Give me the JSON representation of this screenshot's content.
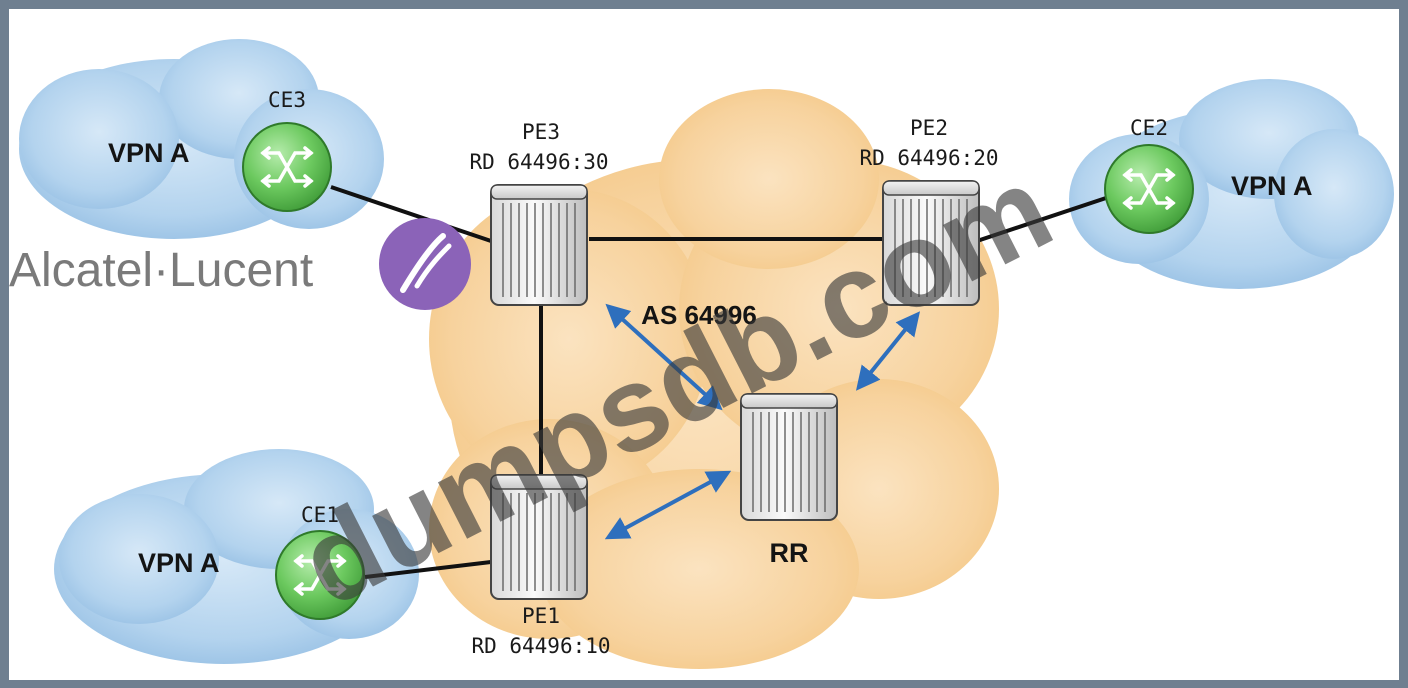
{
  "vpn_label": "VPN A",
  "as_label": "AS 64996",
  "nodes": {
    "ce1": "CE1",
    "ce2": "CE2",
    "ce3": "CE3",
    "pe1": "PE1",
    "pe1_rd": "RD 64496:10",
    "pe2": "PE2",
    "pe2_rd": "RD 64496:20",
    "pe3": "PE3",
    "pe3_rd": "RD 64496:30",
    "rr": "RR"
  },
  "logo": {
    "text": "Alcatel·Lucent",
    "color": "#8b63b8"
  },
  "watermark": "dumpsdb.com",
  "colors": {
    "cloud_vpn": "#b7d6ef",
    "cloud_as": "#f8d7a6",
    "ce_router": "#63bf56",
    "arrow": "#2e6fbd",
    "link": "#111111"
  }
}
